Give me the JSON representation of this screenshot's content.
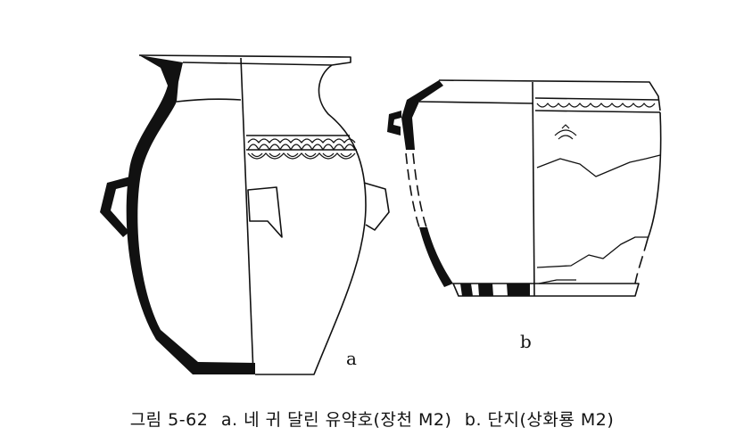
{
  "figure": {
    "panel_a_label": "a",
    "panel_b_label": "b"
  },
  "caption": {
    "figure_number": "그림 5-62",
    "part_a": "a. 네 귀 달린 유약호(장천 M2)",
    "part_b": "b. 단지(상화룡 M2)"
  }
}
